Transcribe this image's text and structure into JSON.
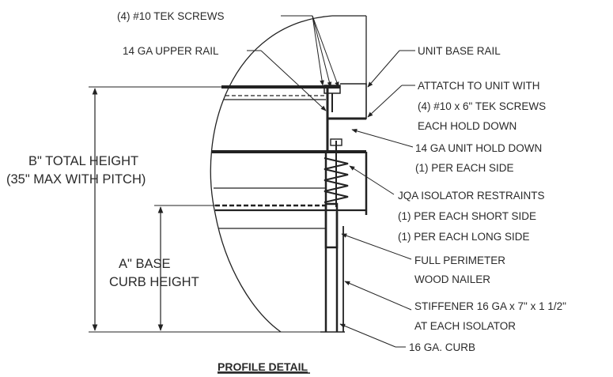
{
  "title": "PROFILE DETAIL",
  "labels": {
    "tek_screws": "(4) #10 TEK SCREWS",
    "upper_rail": "14 GA UPPER RAIL",
    "unit_base_rail": "UNIT BASE RAIL",
    "attach_1": "ATTATCH TO UNIT WITH",
    "attach_2": "(4) #10 x 6\" TEK SCREWS",
    "attach_3": "EACH HOLD DOWN",
    "hold_down_1": "14 GA UNIT HOLD DOWN",
    "hold_down_2": "(1) PER EACH SIDE",
    "isolator_1": "JQA ISOLATOR RESTRAINTS",
    "isolator_2": "(1) PER EACH SHORT SIDE",
    "isolator_3": "(1) PER EACH LONG SIDE",
    "nailer_1": "FULL PERIMETER",
    "nailer_2": "WOOD NAILER",
    "stiffener_1": "STIFFENER 16 GA x 7\" x 1 1/2\"",
    "stiffener_2": "AT EACH ISOLATOR",
    "curb": "16 GA. CURB",
    "total_height_1": "B\" TOTAL HEIGHT",
    "total_height_2": "(35\" MAX WITH PITCH)",
    "base_height_1": "A\" BASE",
    "base_height_2": "CURB HEIGHT"
  },
  "colors": {
    "ink": "#222222",
    "background": "#ffffff"
  }
}
